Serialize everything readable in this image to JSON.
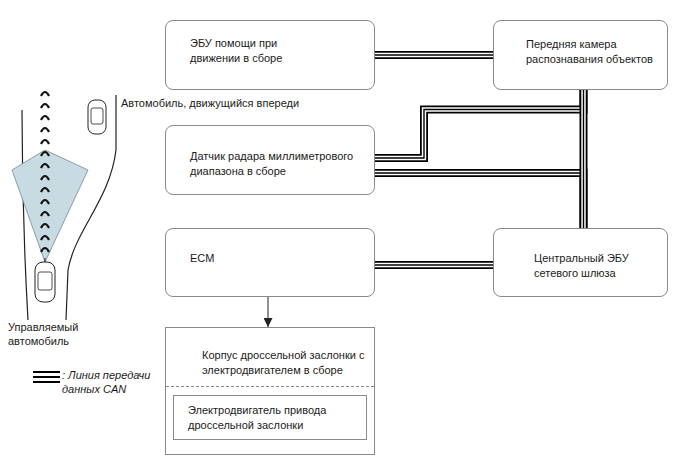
{
  "diagram": {
    "nodes": [
      {
        "text": [
          "ЭБУ помощи при движении в сборе"
        ]
      },
      {
        "text": [
          "Передняя камера распознавания объектов"
        ]
      },
      {
        "text": [
          "Датчик радара миллиметрового диапазона в сборе"
        ]
      },
      {
        "text": [
          "ECM"
        ]
      },
      {
        "text": [
          "Центральный ЭБУ сетевого шлюза"
        ]
      },
      {
        "text": [
          "Корпус дроссельной заслонки с электродвигателем в сборе"
        ]
      },
      {
        "text": [
          "Электродвигатель привода дроссельной заслонки"
        ],
        "in": 5
      }
    ],
    "edges": [
      {
        "from": 0,
        "to": 1,
        "arrow": "none"
      },
      {
        "from": 2,
        "to": 1,
        "arrow": "none"
      },
      {
        "from": 2,
        "to": 4,
        "arrow": "none"
      },
      {
        "from": 1,
        "to": 4,
        "arrow": "none"
      },
      {
        "from": 3,
        "to": 4,
        "arrow": "none"
      },
      {
        "from": 3,
        "to": 5,
        "arrow": "to"
      }
    ],
    "labels": [
      "Автомобиль, движущийся впереди",
      "Управляемый автомобиль"
    ],
    "legend": [
      {
        "text": ": Линия передачи данных CAN"
      }
    ]
  }
}
